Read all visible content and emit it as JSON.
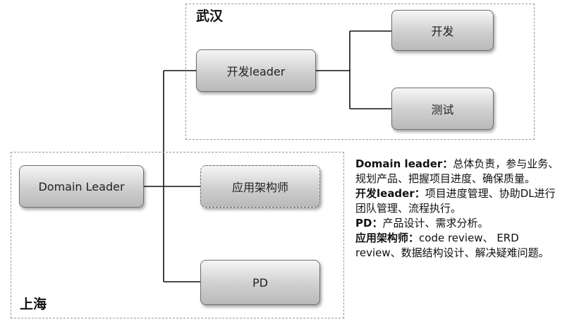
{
  "regions": {
    "wuhan": "武汉",
    "shanghai": "上海"
  },
  "nodes": {
    "domain_leader": "Domain Leader",
    "dev_leader": "开发leader",
    "dev": "开发",
    "test": "测试",
    "architect": "应用架构师",
    "pd": "PD"
  },
  "description": [
    {
      "term": "Domain leader：",
      "text": "总体负责，参与业务、规划产品、把握项目进度、确保质量。"
    },
    {
      "term": "开发leader：",
      "text": "项目进度管理、协助DL进行团队管理、流程执行。"
    },
    {
      "term": "PD：",
      "text": "产品设计、需求分析。"
    },
    {
      "term": "应用架构师：",
      "text": "code review、 ERD review、数据结构设计、解决疑难问题。"
    }
  ]
}
